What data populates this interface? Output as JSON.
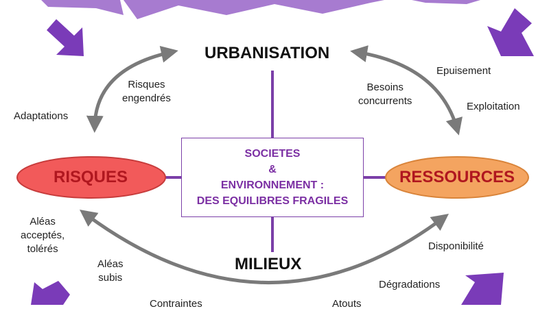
{
  "center": {
    "lines": [
      "SOCIETES",
      "&",
      "ENVIRONNEMENT :",
      "DES EQUILIBRES FRAGILES"
    ],
    "text_color": "#7b2fa3",
    "border_color": "#7b3fa8"
  },
  "nodes": {
    "top": "URBANISATION",
    "bottom": "MILIEUX",
    "left": "RISQUES",
    "right": "RESSOURCES"
  },
  "labels": {
    "risques_engendres": [
      "Risques",
      "engendrés"
    ],
    "adaptations": "Adaptations",
    "besoins_concurrents": [
      "Besoins",
      "concurrents"
    ],
    "epuisement": "Epuisement",
    "exploitation": "Exploitation",
    "aleas_acceptes": [
      "Aléas",
      "acceptés,",
      "tolérés"
    ],
    "aleas_subis": [
      "Aléas",
      "subis"
    ],
    "disponibilite": "Disponibilité",
    "degradations": "Dégradations",
    "contraintes": "Contraintes",
    "atouts": "Atouts"
  },
  "colors": {
    "purple": "#8a4bbf",
    "purple_light": "#a77bd0",
    "risques_fill": "#f25a5a",
    "risques_text": "#b0171f",
    "ressources_fill": "#f4a460",
    "ressources_text": "#b0171f",
    "arrow_gray": "#7a7a7a"
  }
}
